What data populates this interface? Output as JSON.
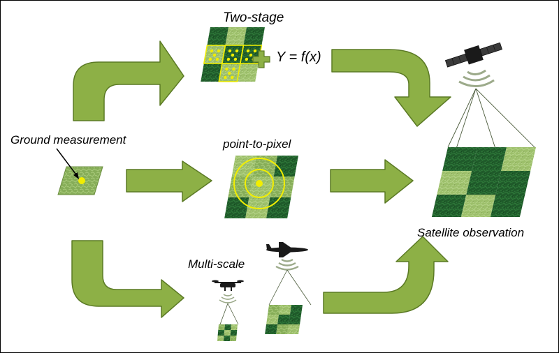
{
  "labels": {
    "two_stage": "Two-stage",
    "formula": "Y = f(x)",
    "ground": "Ground measurement",
    "point_to_pixel": "point-to-pixel",
    "multi_scale": "Multi-scale",
    "satellite": "Satellite observation"
  },
  "colors": {
    "arrow_fill": "#8db046",
    "arrow_stroke": "#5b7a25",
    "dark_tile": "#1f5a2a",
    "light_tile": "#9cbf6a",
    "marker": "#f2ee00",
    "signal": "#9caa8a",
    "sensor_body": "#1a1a1a"
  },
  "icons": [
    "satellite-icon",
    "drone-icon",
    "airplane-icon",
    "signal-waves-icon",
    "plus-icon"
  ]
}
